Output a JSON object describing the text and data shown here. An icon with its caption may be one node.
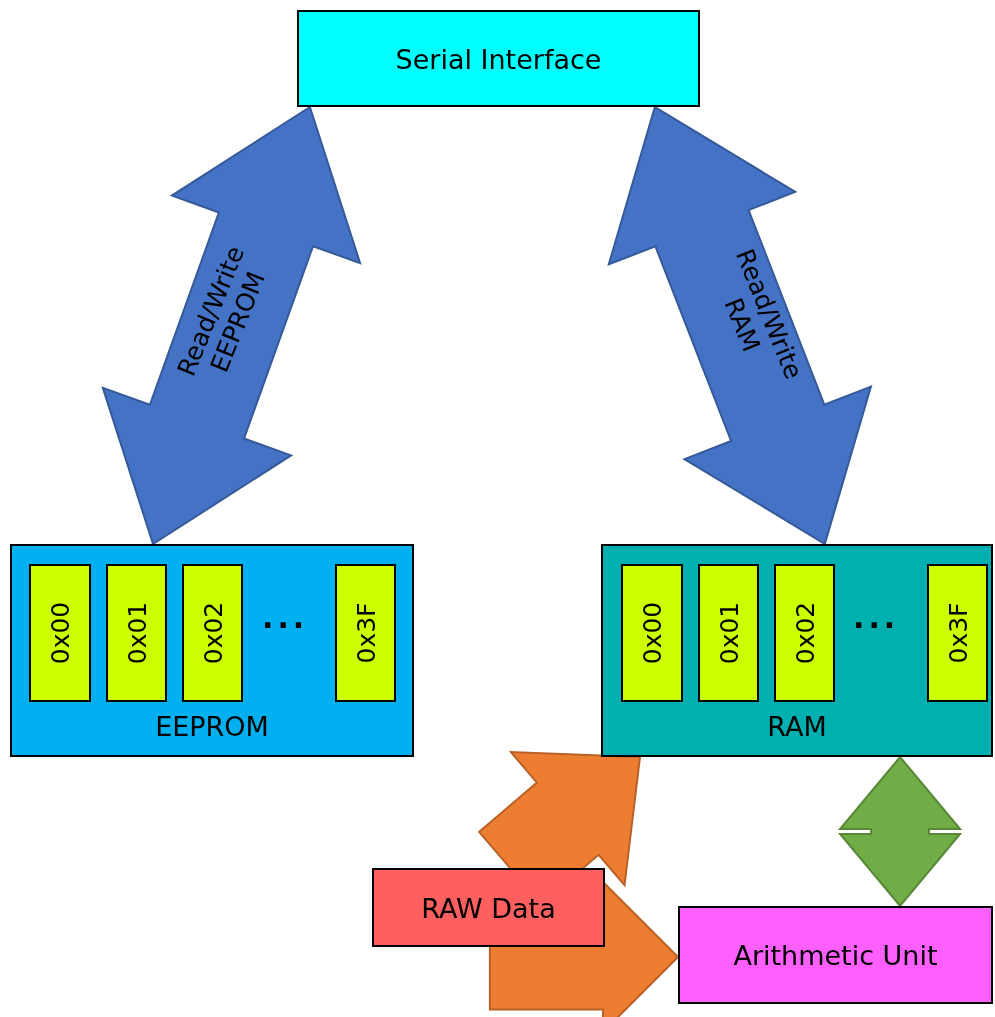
{
  "diagram": {
    "nodes": [
      {
        "text": [
          "Serial Interface"
        ]
      },
      {
        "text": [
          "EEPROM"
        ]
      },
      {
        "text": [
          "0x00"
        ],
        "in": 1
      },
      {
        "text": [
          "0x01"
        ],
        "in": 1
      },
      {
        "text": [
          "0x02"
        ],
        "in": 1
      },
      {
        "text": [
          "0x3F"
        ],
        "in": 1
      },
      {
        "text": [
          "RAM"
        ]
      },
      {
        "text": [
          "0x00"
        ],
        "in": 6
      },
      {
        "text": [
          "0x01"
        ],
        "in": 6
      },
      {
        "text": [
          "0x02"
        ],
        "in": 6
      },
      {
        "text": [
          "0x3F"
        ],
        "in": 6
      },
      {
        "text": [
          "RAW Data"
        ]
      },
      {
        "text": [
          "Arithmetic Unit"
        ]
      }
    ],
    "edges": [
      {
        "from": 0,
        "to": 1,
        "arrow": "both",
        "label": "Read/Write EEPROM",
        "style": "thick",
        "color": "#4472c4"
      },
      {
        "from": 0,
        "to": 6,
        "arrow": "both",
        "label": "Read/Write RAM",
        "style": "thick",
        "color": "#4472c4"
      },
      {
        "from": 11,
        "to": 6,
        "arrow": "to",
        "style": "thick",
        "color": "#ed7d31"
      },
      {
        "from": 11,
        "to": 12,
        "arrow": "to",
        "style": "thick",
        "color": "#ed7d31"
      },
      {
        "from": 6,
        "to": 12,
        "arrow": "both",
        "style": "thick",
        "color": "#70ad47"
      }
    ],
    "labels": [
      "...",
      "..."
    ]
  }
}
